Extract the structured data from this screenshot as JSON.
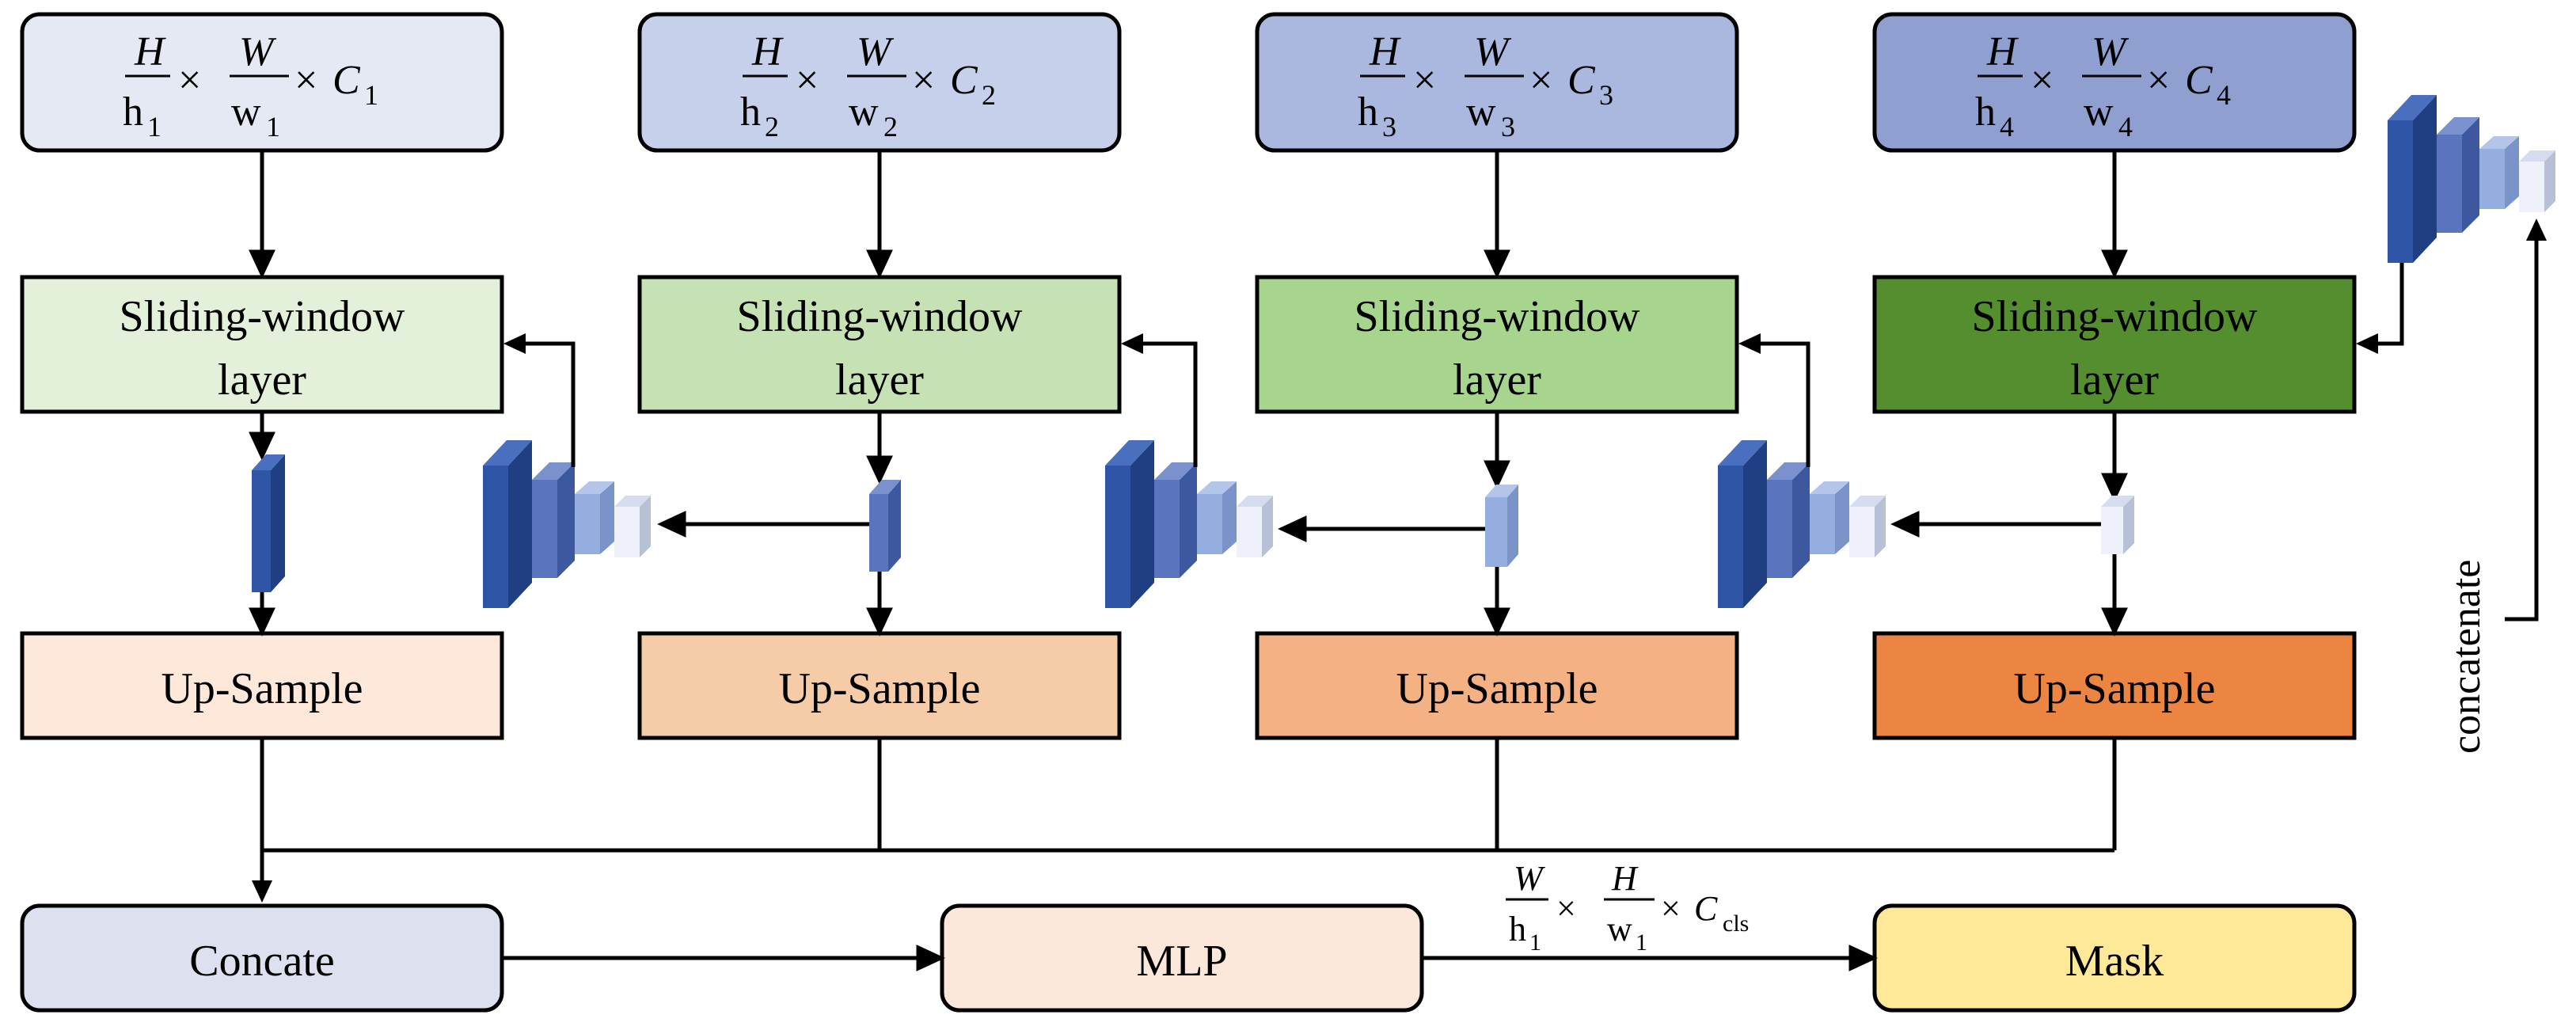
{
  "stages": [
    {
      "input": {
        "num": "H",
        "den1": "h",
        "sub1": "1",
        "num2": "W",
        "den2": "w",
        "sub2": "1",
        "c": "C",
        "csub": "1",
        "fill": "#e4e9f4"
      },
      "sliding": {
        "line1": "Sliding-window",
        "line2": "layer",
        "fill": "#e3f1db"
      },
      "upsample": {
        "label": "Up-Sample",
        "fill": "#fde8da"
      }
    },
    {
      "input": {
        "num": "H",
        "den1": "h",
        "sub1": "2",
        "num2": "W",
        "den2": "w",
        "sub2": "2",
        "c": "C",
        "csub": "2",
        "fill": "#c6d0ea"
      },
      "sliding": {
        "line1": "Sliding-window",
        "line2": "layer",
        "fill": "#c6e1b3"
      },
      "upsample": {
        "label": "Up-Sample",
        "fill": "#f6cba8"
      }
    },
    {
      "input": {
        "num": "H",
        "den1": "h",
        "sub1": "3",
        "num2": "W",
        "den2": "w",
        "sub2": "3",
        "c": "C",
        "csub": "3",
        "fill": "#aab8e0"
      },
      "sliding": {
        "line1": "Sliding-window",
        "line2": "layer",
        "fill": "#a8d58e"
      },
      "upsample": {
        "label": "Up-Sample",
        "fill": "#f4b183"
      }
    },
    {
      "input": {
        "num": "H",
        "den1": "h",
        "sub1": "4",
        "num2": "W",
        "den2": "w",
        "sub2": "4",
        "c": "C",
        "csub": "4",
        "fill": "#8e9fd0"
      },
      "sliding": {
        "line1": "Sliding-window",
        "line2": "layer",
        "fill": "#548e2e"
      },
      "upsample": {
        "label": "Up-Sample",
        "fill": "#ec8542"
      }
    }
  ],
  "bottom": {
    "concate": {
      "label": "Concate",
      "fill": "#dde0ee"
    },
    "mlp": {
      "label": "MLP",
      "fill": "#fce8da"
    },
    "mask": {
      "label": "Mask",
      "fill": "#fde997"
    },
    "output_dim": {
      "num1": "W",
      "den1": "h",
      "sub1": "1",
      "num2": "H",
      "den2": "w",
      "sub2": "1",
      "c": "C",
      "csub": "cls"
    }
  },
  "side_label": "concatenate",
  "colors": {
    "dark_blue": "#2f56a6",
    "mid_blue": "#5a74bd",
    "light_blue": "#94aee0",
    "pale_blue": "#d5dcef",
    "stroke": "#000000"
  },
  "symbols": {
    "times": "×"
  }
}
